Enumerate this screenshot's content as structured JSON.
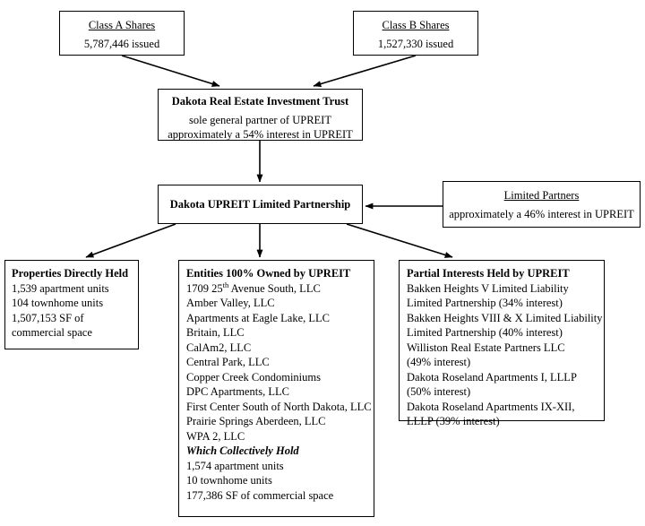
{
  "diagram": {
    "title": "Dakota Real Estate Investment Trust organizational structure",
    "line_color": "#000000",
    "box_fill": "#ffffff"
  },
  "nodes": {
    "class_a": {
      "heading": "Class A Shares",
      "detail": "5,787,446 issued"
    },
    "class_b": {
      "heading": "Class B Shares",
      "detail": "1,527,330 issued"
    },
    "trust": {
      "heading": "Dakota Real Estate Investment Trust",
      "detail_1": "sole general partner of UPREIT",
      "detail_2": "approximately a 54% interest in UPREIT"
    },
    "uppreit": {
      "heading": "Dakota UPREIT Limited Partnership"
    },
    "limited_partners": {
      "heading": "Limited Partners",
      "detail": "approximately a 46% interest in UPREIT"
    },
    "properties_directly_held": {
      "heading": "Properties Directly Held",
      "lines": [
        "1,539 apartment units",
        "104 townhome units",
        "1,507,153 SF of",
        "commercial space"
      ]
    },
    "entities_owned": {
      "heading": "Entities 100% Owned by UPREIT",
      "entities": [
        "1709 25th Avenue South, LLC",
        "Amber Valley, LLC",
        "Apartments at Eagle Lake, LLC",
        "Britain, LLC",
        "CalAm2, LLC",
        "Central Park, LLC",
        "Copper Creek Condominiums",
        "DPC Apartments, LLC",
        "First Center South of North Dakota, LLC",
        "Prairie Springs Aberdeen, LLC",
        "WPA 2, LLC"
      ],
      "first_entity_prefix": "1709 25",
      "first_entity_sup": "th",
      "first_entity_suffix": " Avenue South, LLC",
      "collectively_heading": "Which Collectively Hold",
      "collectively_lines": [
        "1,574 apartment units",
        "10 townhome units",
        "177,386 SF of commercial space"
      ]
    },
    "partial_interests": {
      "heading": "Partial Interests Held by UPREIT",
      "holdings": [
        [
          "Bakken Heights V Limited Liability",
          "Limited Partnership (34% interest)"
        ],
        [
          "Bakken Heights VIII & X Limited Liability",
          "Limited Partnership (40% interest)"
        ],
        [
          "Williston Real Estate Partners LLC",
          "(49% interest)"
        ],
        [
          "Dakota Roseland Apartments I, LLLP",
          "(50% interest)"
        ],
        [
          "Dakota Roseland Apartments IX-XII,",
          "LLLP (39% interest)"
        ]
      ]
    }
  }
}
